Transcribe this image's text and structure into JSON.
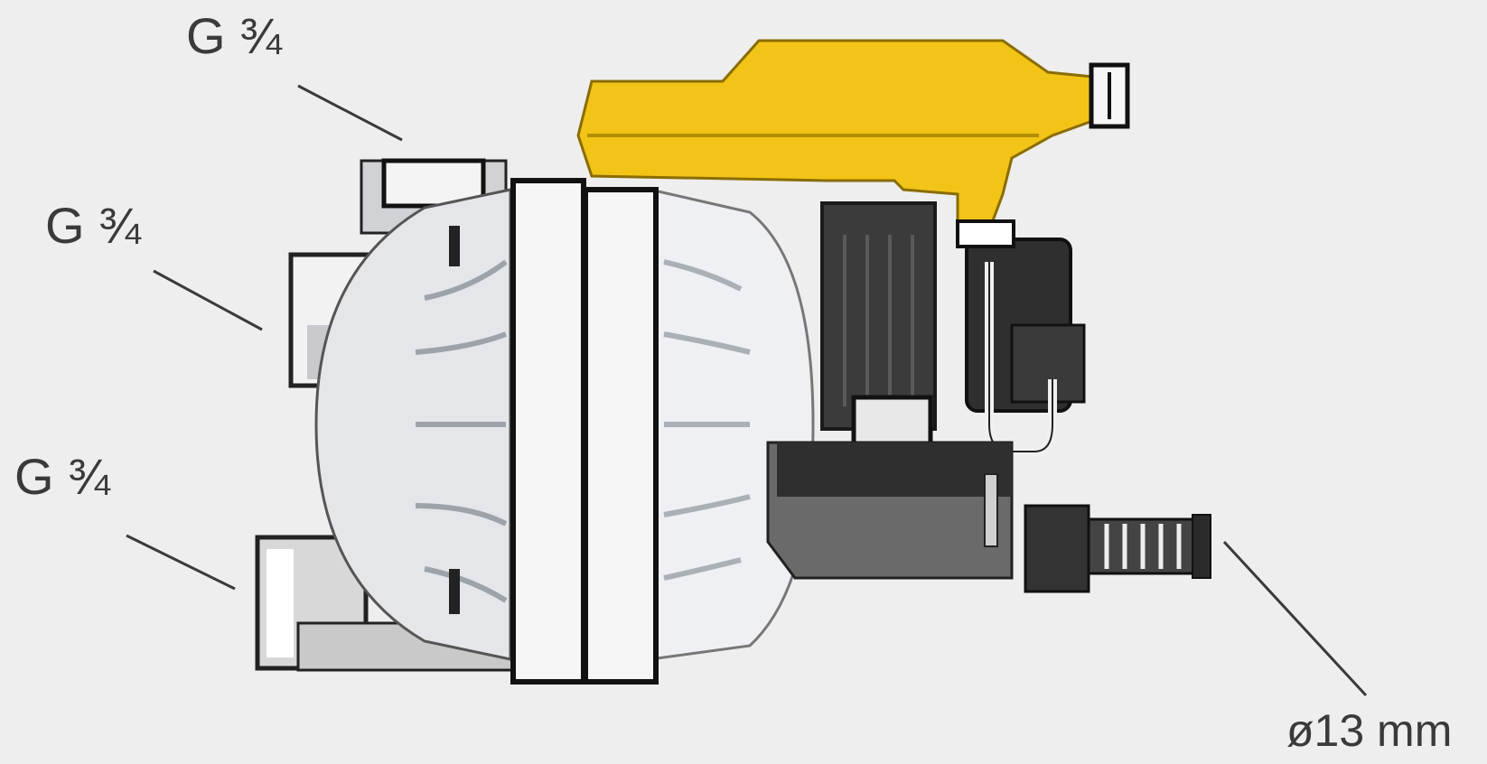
{
  "labels": {
    "top_port": "G ¾",
    "middle_port": "G ¾",
    "bottom_port": "G ¾",
    "outlet_diameter": "ø13 mm"
  },
  "colors": {
    "background": "#eeeeee",
    "housing_yellow": "#f2c417",
    "dark_component": "#3b3b3b",
    "light_body": "#e4e6ea",
    "leader_line": "#3a3a3a"
  }
}
